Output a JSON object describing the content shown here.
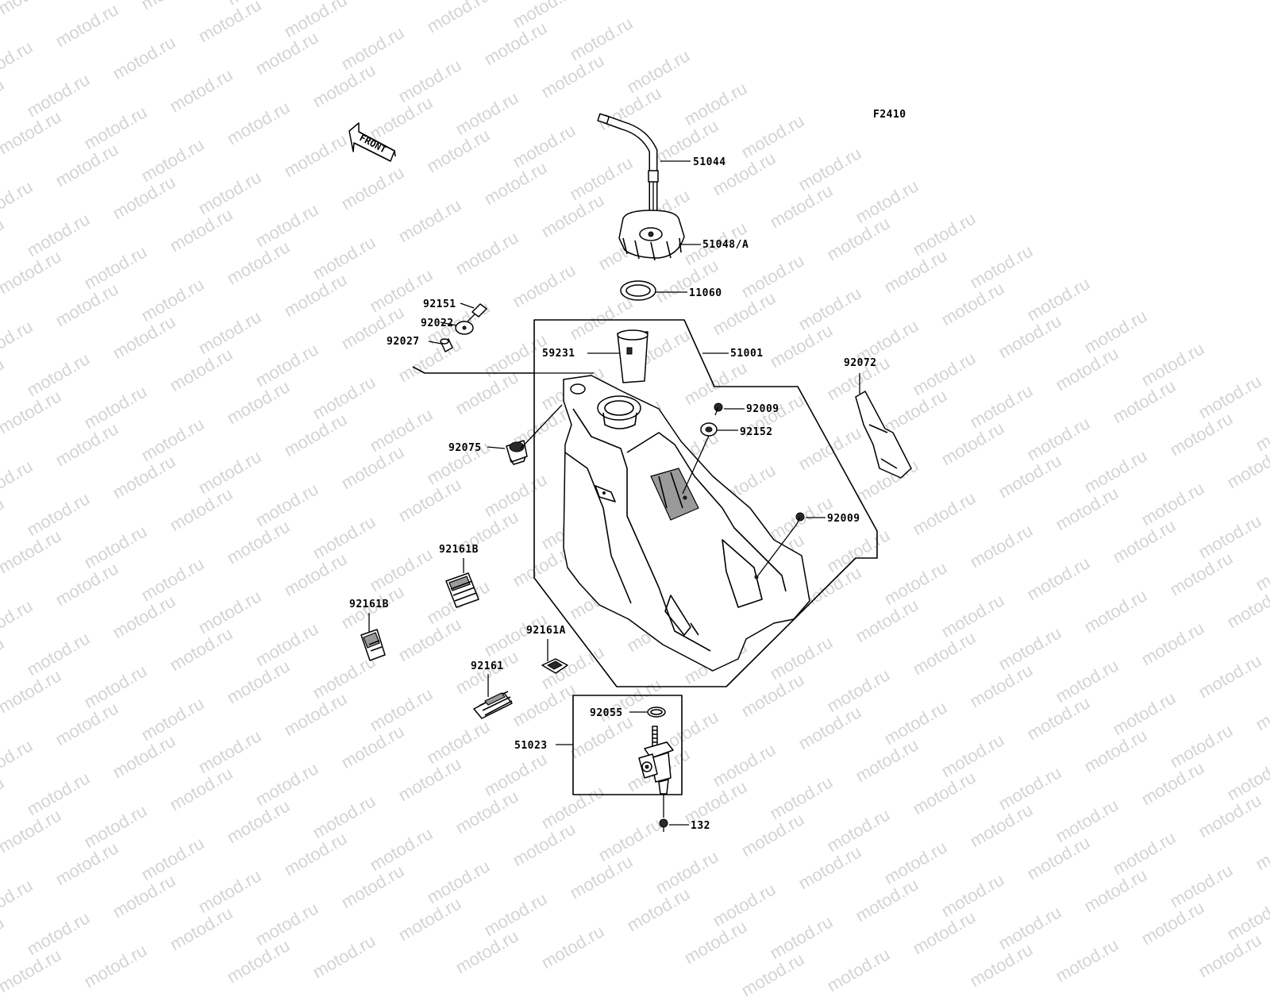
{
  "diagram_code": "F2410",
  "watermark": "motod.ru",
  "front_label": "FRONT",
  "labels": {
    "p51044": "51044",
    "p51048a": "51048/A",
    "p11060": "11060",
    "p92151": "92151",
    "p92022": "92022",
    "p92027": "92027",
    "p59231": "59231",
    "p51001": "51001",
    "p92072": "92072",
    "p92009a": "92009",
    "p92152": "92152",
    "p92075": "92075",
    "p92009b": "92009",
    "p92161b_top": "92161B",
    "p92161b_left": "92161B",
    "p92161a": "92161A",
    "p92161": "92161",
    "p92055": "92055",
    "p51023": "51023",
    "p132": "132"
  }
}
